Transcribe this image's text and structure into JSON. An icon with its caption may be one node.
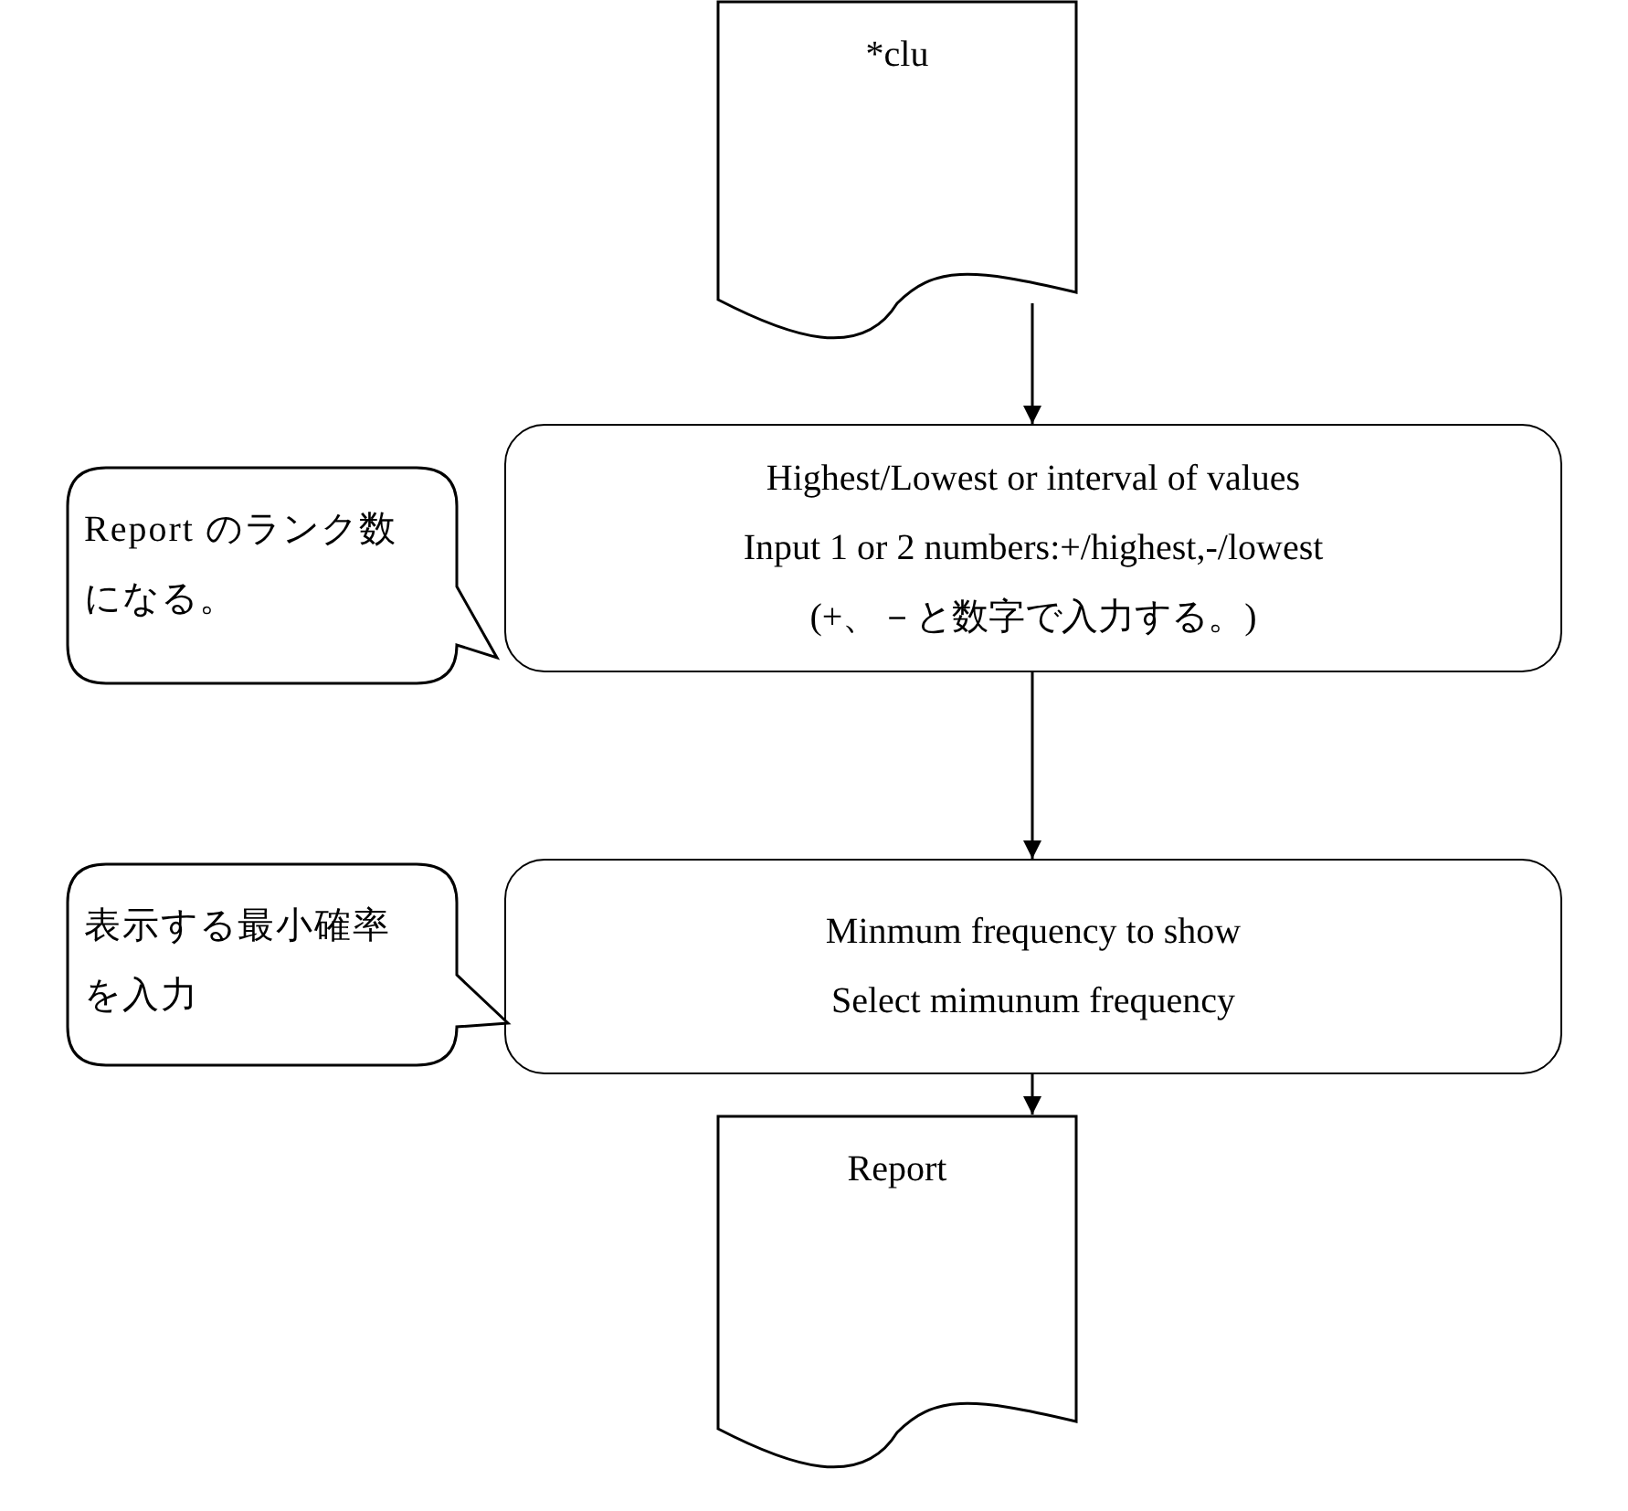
{
  "diagram": {
    "nodes": [
      {
        "text": [
          "*clu"
        ]
      },
      {
        "text": [
          "Highest/Lowest or interval of values",
          "Input 1 or 2 numbers:+/highest,-/lowest",
          "(+、－と数字で入力する。)"
        ]
      },
      {
        "text": [
          "Report のランク数になる。"
        ]
      },
      {
        "text": [
          "Minmum frequency to show",
          "Select mimunum frequency"
        ]
      },
      {
        "text": [
          "表示する最小確率を入力"
        ]
      },
      {
        "text": [
          "Report"
        ]
      }
    ],
    "edges": [
      {
        "from": 0,
        "to": 1,
        "arrow": "to"
      },
      {
        "from": 1,
        "to": 3,
        "arrow": "to"
      },
      {
        "from": 3,
        "to": 5,
        "arrow": "to"
      }
    ]
  }
}
